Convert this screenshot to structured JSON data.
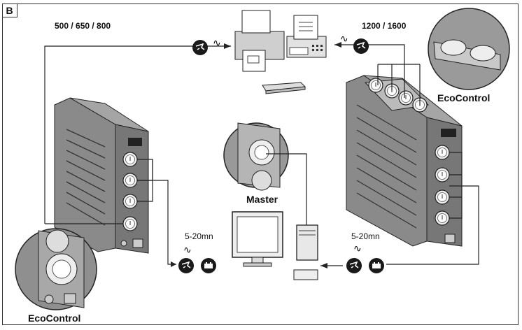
{
  "panel_letter": "B",
  "labels": {
    "model_small": "500 / 650 / 800",
    "model_large": "1200 / 1600",
    "ecocontrol_top": "EcoControl",
    "ecocontrol_bottom": "EcoControl",
    "master": "Master",
    "delay_left": "5-20mn",
    "delay_right": "5-20mn"
  },
  "colors": {
    "line": "#222222",
    "body": "#8a8a8a",
    "body_dark": "#6f6f6f",
    "light": "#d8d8d8",
    "badge": "#1a1a1a"
  },
  "icons": [
    "surge-protection-icon",
    "battery-icon",
    "ac-wave-icon"
  ]
}
